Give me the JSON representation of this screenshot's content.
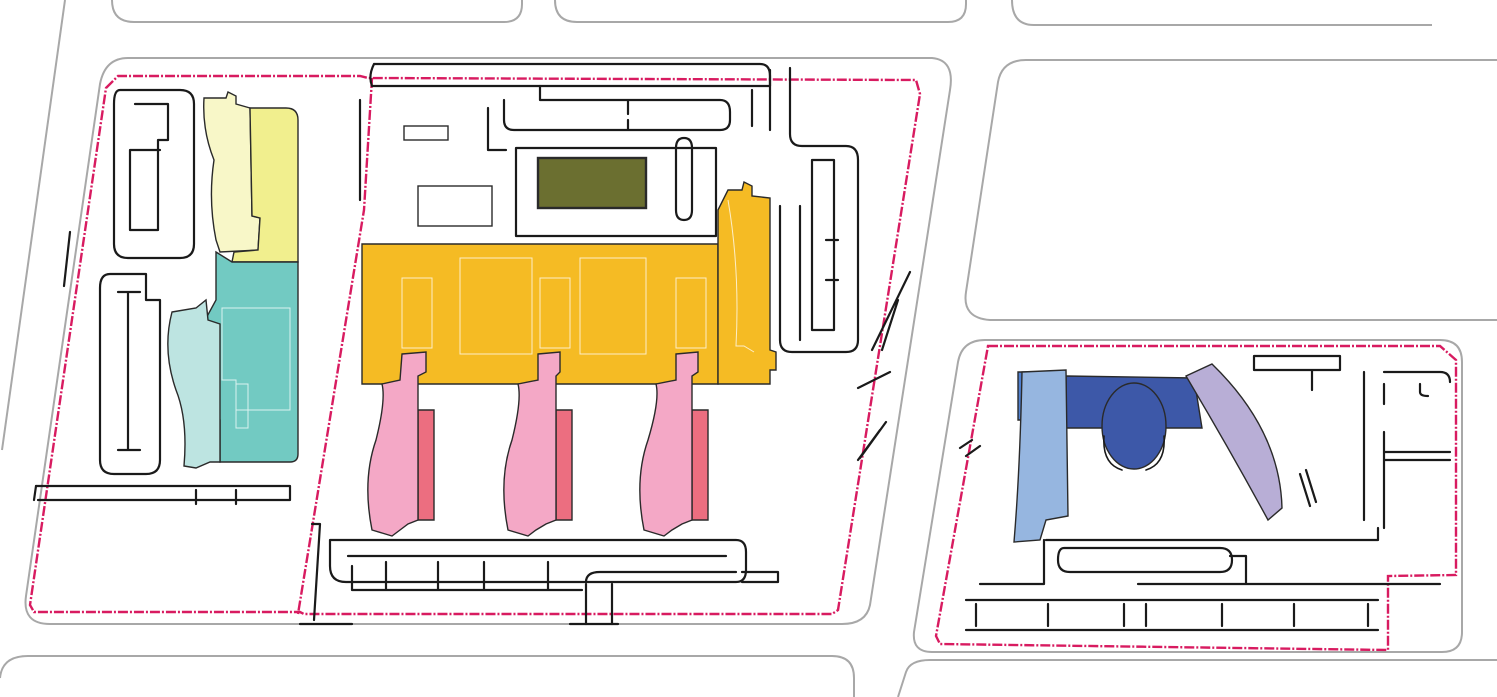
{
  "colors": {
    "background": "#ffffff",
    "road_edge": "#a8a8a8",
    "internal_path": "#1a1a1a",
    "site_boundary": "#d81b60",
    "yellow_light": "#f8f7c8",
    "yellow": "#f1ef8e",
    "teal": "#72cac2",
    "teal_light": "#bde4e1",
    "olive": "#6b6f30",
    "orange": "#f5bb24",
    "pink": "#f4a8c6",
    "pink_dark": "#ec6e80",
    "blue_light": "#96b6e0",
    "blue_mid": "#4f7fcf",
    "blue_dark": "#3d58a8",
    "lavender": "#b8aed6"
  },
  "zones": [
    {
      "id": "west-block",
      "buildings": [
        "yellow-light-building",
        "yellow-building",
        "teal-building",
        "teal-light-building"
      ]
    },
    {
      "id": "central-block",
      "buildings": [
        "olive-building",
        "orange-podium",
        "orange-tower",
        "pink-wing-1",
        "pink-wing-2",
        "pink-wing-3"
      ]
    },
    {
      "id": "east-block",
      "buildings": [
        "blue-light-building",
        "blue-dark-connector",
        "blue-dome",
        "lavender-building"
      ]
    }
  ]
}
